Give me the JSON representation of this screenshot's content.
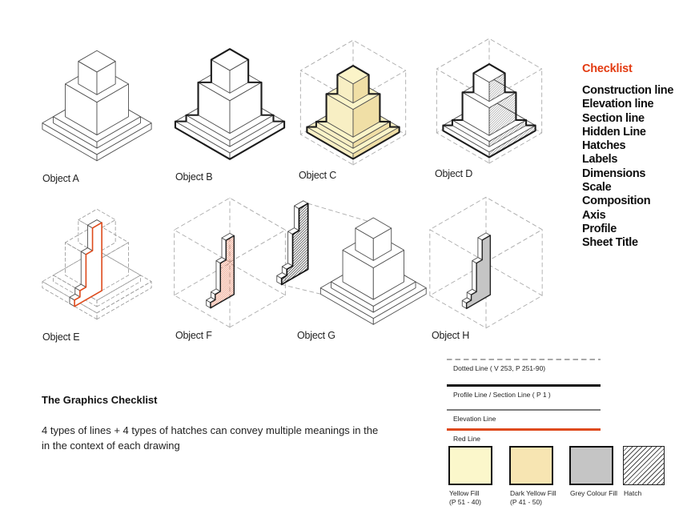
{
  "checklist": {
    "title": "Checklist",
    "items": [
      "Construction line",
      "Elevation line",
      "Section line",
      "Hidden Line",
      "Hatches",
      "Labels",
      "Dimensions",
      "Scale",
      "Composition",
      "Axis",
      "Profile",
      "Sheet Title"
    ]
  },
  "objects": [
    {
      "label": "Object A",
      "variant": "plain-stack"
    },
    {
      "label": "Object B",
      "variant": "bold-stack"
    },
    {
      "label": "Object C",
      "variant": "yellow-stack"
    },
    {
      "label": "Object D",
      "variant": "hatch-stack"
    },
    {
      "label": "Object E",
      "variant": "section-red-outline"
    },
    {
      "label": "Object F",
      "variant": "section-red-hatch"
    },
    {
      "label": "Object G",
      "variant": "section-exploded"
    },
    {
      "label": "Object H",
      "variant": "section-grey"
    }
  ],
  "footer": {
    "heading": "The Graphics Checklist",
    "body_line1": "4 types of lines + 4 types of hatches can convey multiple meanings in the",
    "body_line2": "in the context of each drawing"
  },
  "legend": {
    "lines": [
      {
        "label": "Dotted Line ( V 253, P 251-90)",
        "style": "dashed"
      },
      {
        "label": "Profile Line / Section Line ( P 1 )",
        "style": "thick-black"
      },
      {
        "label": "Elevation Line",
        "style": "thin-grey"
      },
      {
        "label": "Red Line",
        "style": "red"
      }
    ],
    "swatches": [
      {
        "label1": "Yellow Fill",
        "label2": "(P 51 - 40)",
        "fill": "#FBF7CB"
      },
      {
        "label1": "Dark Yellow Fill",
        "label2": "(P 41 - 50)",
        "fill": "#F7E5B2"
      },
      {
        "label1": "Grey Colour  Fill",
        "label2": "",
        "fill": "#C5C5C5"
      },
      {
        "label1": "Hatch",
        "label2": "",
        "fill": "hatch"
      }
    ]
  },
  "colors": {
    "accent_red": "#E33A10",
    "line_red": "#DE4A1B",
    "yellow_top": "#FBF4C8",
    "yellow_left": "#F8EFC4",
    "yellow_right": "#F0DFA6",
    "grey_fill": "#C5C5C5",
    "ink": "#1C1C1C",
    "thin_line": "#4F4F4F",
    "ghost_line": "#ABABAB"
  }
}
